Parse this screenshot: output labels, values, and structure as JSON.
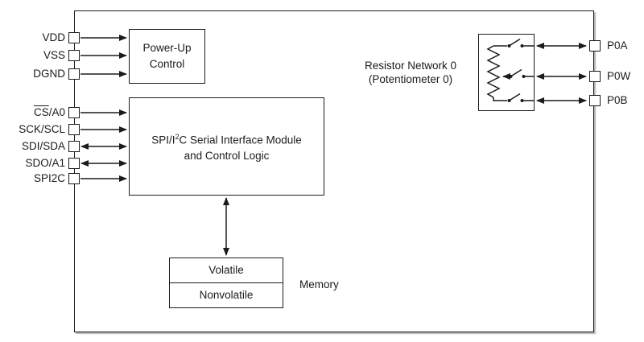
{
  "diagram": {
    "type": "block-diagram",
    "description": "Digital potentiometer functional block diagram",
    "colors": {
      "line": "#1b1b1b",
      "text": "#1b1b1b",
      "background": "#ffffff"
    },
    "pins_left": [
      {
        "label": "VDD"
      },
      {
        "label": "VSS"
      },
      {
        "label": "DGND"
      },
      {
        "label_overline": "CS",
        "label_rest": "/A0"
      },
      {
        "label": "SCK/SCL"
      },
      {
        "label": "SDI/SDA"
      },
      {
        "label": "SDO/A1"
      },
      {
        "label": "SPI2C"
      }
    ],
    "pins_right": [
      {
        "label": "P0A"
      },
      {
        "label": "P0W"
      },
      {
        "label": "P0B"
      }
    ],
    "blocks": {
      "power_up": {
        "line1": "Power-Up",
        "line2": "Control"
      },
      "serial_interface": {
        "line1_pre": "SPI/I",
        "line1_sup": "2",
        "line1_post": "C Serial Interface Module",
        "line2": "and Control Logic"
      },
      "memory": {
        "cell_top": "Volatile",
        "cell_bottom": "Nonvolatile",
        "label": "Memory"
      },
      "resistor_network": {
        "line1": "Resistor Network 0",
        "line2": "(Potentiometer 0)"
      }
    }
  }
}
